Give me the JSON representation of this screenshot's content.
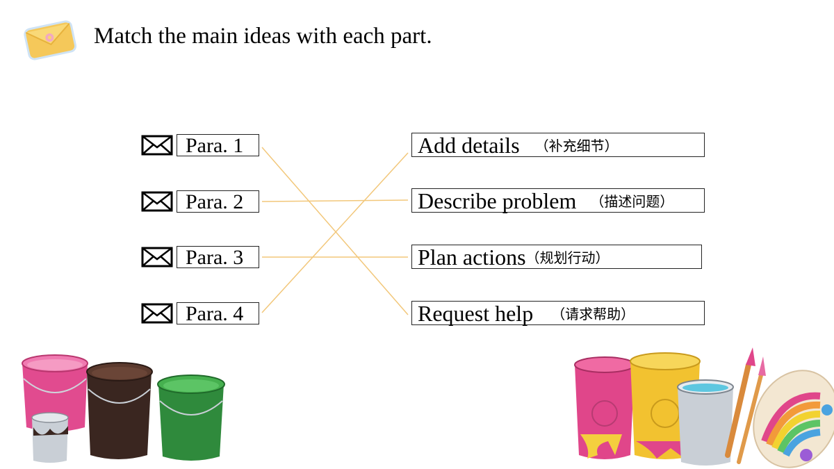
{
  "instruction": "Match the main ideas with each part.",
  "paragraphs": [
    {
      "label": "Para. 1"
    },
    {
      "label": "Para. 2"
    },
    {
      "label": "Para. 3"
    },
    {
      "label": "Para. 4"
    }
  ],
  "ideas": [
    {
      "en": "Add details",
      "zh": "（补充细节）"
    },
    {
      "en": "Describe problem",
      "zh": "（描述问题）"
    },
    {
      "en": "Plan actions",
      "zh": "（规划行动）"
    },
    {
      "en": "Request help",
      "zh": "（请求帮助）"
    }
  ],
  "icons": {
    "badge": "envelope-badge-icon",
    "row": "mail-icon"
  },
  "colors": {
    "line": "#f2c77a",
    "pink": "#e0468a",
    "brown": "#3e2a22",
    "green": "#2f8a3c",
    "yellow": "#f2c230",
    "silver": "#c9cfd6"
  }
}
